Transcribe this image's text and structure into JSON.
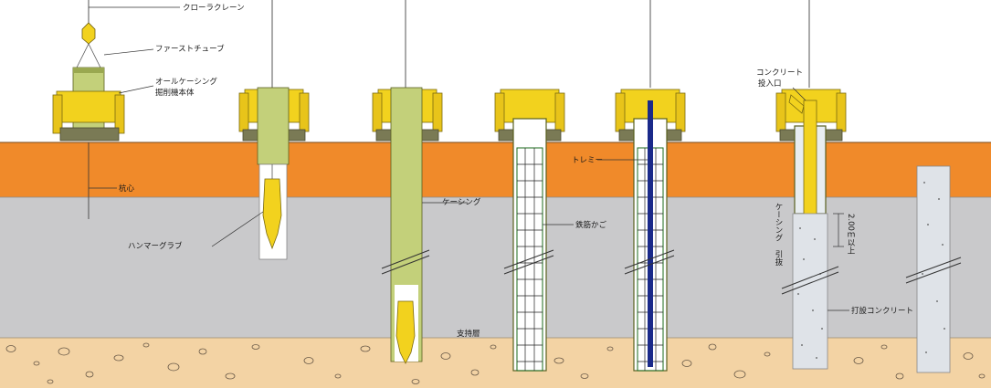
{
  "labels": {
    "crawler_crane": "クローラクレーン",
    "first_tube": "ファーストチューブ",
    "all_casing": "オールケーシング",
    "drilling_machine": "掘削機本体",
    "core": "杭心",
    "hammer_grab": "ハンマーグラブ",
    "casing": "ケーシング",
    "bearing_layer": "支持層",
    "rebar_cage": "鉄筋かご",
    "tremie": "トレミー",
    "concrete_inlet_1": "コンクリート",
    "concrete_inlet_2": "投入口",
    "casing_pullout_1": "ケーシング",
    "casing_pullout_2": "引抜",
    "depth_mark": "2.00ｍ以上",
    "placed_concrete": "打設コンクリート"
  },
  "colors": {
    "topsoil": "#f08a2a",
    "clay": "#c9c9cb",
    "bearing": "#f3d3a4",
    "machine": "#f2d21e",
    "casing": "#c3d07a",
    "concrete": "#dfe3e8"
  }
}
